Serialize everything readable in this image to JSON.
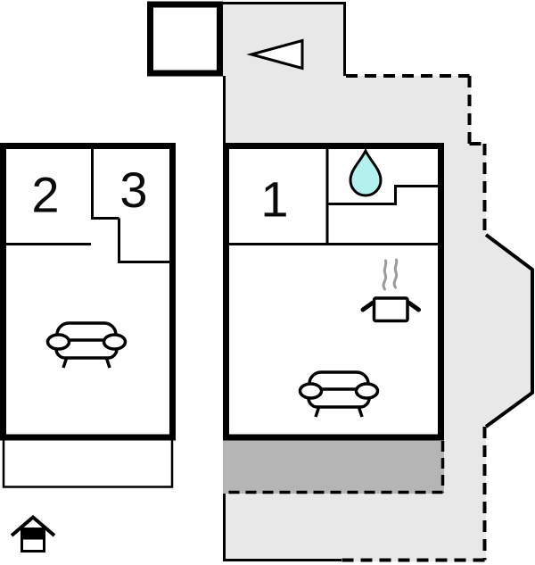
{
  "plan": {
    "title": "floor-plan",
    "rooms": [
      {
        "label": "1"
      },
      {
        "label": "2"
      },
      {
        "label": "3"
      }
    ],
    "icons": [
      {
        "name": "entrance-arrow-icon"
      },
      {
        "name": "water-drop-icon"
      },
      {
        "name": "cooking-pot-icon"
      },
      {
        "name": "steam-icon"
      },
      {
        "name": "sofa-icon"
      },
      {
        "name": "house-icon"
      }
    ],
    "colors": {
      "wall": "#000000",
      "terrace_light": "#e8e8e8",
      "terrace_dark": "#b5b5b5",
      "water": "#b3f0ee",
      "steam": "#9a9a9a",
      "room_fill": "#ffffff"
    }
  }
}
